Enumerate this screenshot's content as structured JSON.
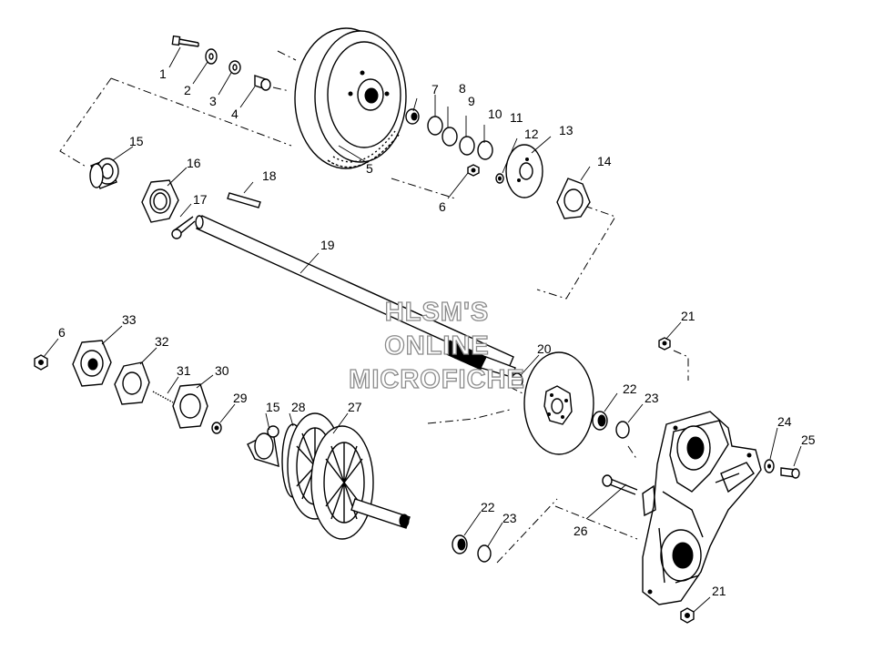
{
  "watermark": [
    "HLSM'S",
    "ONLINE",
    "MICROFICHE"
  ],
  "callouts": [
    {
      "id": "c1",
      "text": "1"
    },
    {
      "id": "c2",
      "text": "2"
    },
    {
      "id": "c3",
      "text": "3"
    },
    {
      "id": "c4",
      "text": "4"
    },
    {
      "id": "c5",
      "text": "5"
    },
    {
      "id": "c6a",
      "text": "6"
    },
    {
      "id": "c7",
      "text": "7"
    },
    {
      "id": "c8",
      "text": "8"
    },
    {
      "id": "c9",
      "text": "9"
    },
    {
      "id": "c10",
      "text": "10"
    },
    {
      "id": "c11",
      "text": "11"
    },
    {
      "id": "c12",
      "text": "12"
    },
    {
      "id": "c13",
      "text": "13"
    },
    {
      "id": "c14",
      "text": "14"
    },
    {
      "id": "c15a",
      "text": "15"
    },
    {
      "id": "c16",
      "text": "16"
    },
    {
      "id": "c17",
      "text": "17"
    },
    {
      "id": "c18",
      "text": "18"
    },
    {
      "id": "c19",
      "text": "19"
    },
    {
      "id": "c20",
      "text": "20"
    },
    {
      "id": "c21a",
      "text": "21"
    },
    {
      "id": "c22a",
      "text": "22"
    },
    {
      "id": "c23a",
      "text": "23"
    },
    {
      "id": "c24",
      "text": "24"
    },
    {
      "id": "c25",
      "text": "25"
    },
    {
      "id": "c6b",
      "text": "6"
    },
    {
      "id": "c33",
      "text": "33"
    },
    {
      "id": "c32",
      "text": "32"
    },
    {
      "id": "c31",
      "text": "31"
    },
    {
      "id": "c30",
      "text": "30"
    },
    {
      "id": "c29",
      "text": "29"
    },
    {
      "id": "c15b",
      "text": "15"
    },
    {
      "id": "c28",
      "text": "28"
    },
    {
      "id": "c27",
      "text": "27"
    },
    {
      "id": "c22b",
      "text": "22"
    },
    {
      "id": "c23b",
      "text": "23"
    },
    {
      "id": "c26",
      "text": "26"
    },
    {
      "id": "c21b",
      "text": "21"
    }
  ]
}
